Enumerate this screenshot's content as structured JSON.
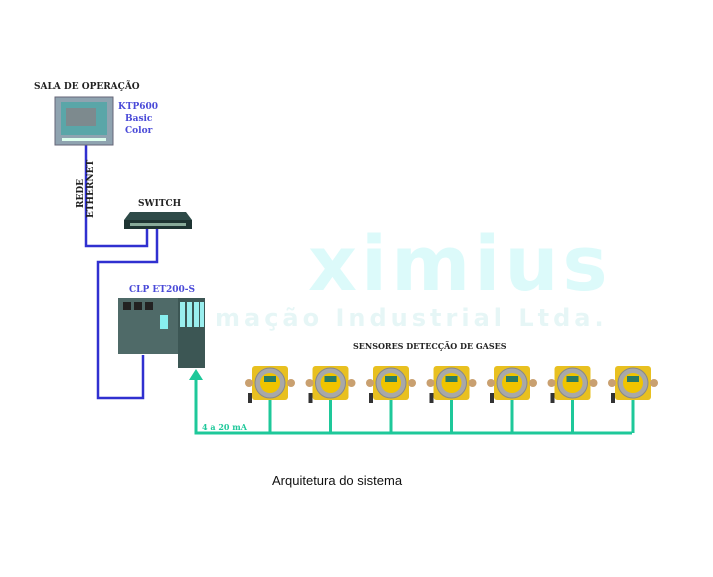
{
  "diagram": {
    "room_label": "SALA DE OPERAÇÃO",
    "hmi": {
      "line1": "KTP600",
      "line2": "Basic",
      "line3": "Color"
    },
    "network_label": {
      "line1": "REDE",
      "line2": "ETHERNET"
    },
    "switch_label": "SWITCH",
    "plc_label": "CLP ET200-S",
    "sensors_label": "SENSORES DETECÇÃO DE GASES",
    "signal_label": "4 a 20 mA",
    "sensor_count": 7,
    "caption": "Arquitetura do sistema",
    "watermark": {
      "main": "ximius",
      "sub": "mação Industrial Ltda."
    },
    "colors": {
      "ethernet": "#3030d0",
      "signal": "#1ec89a",
      "watermark": "#dcfafa"
    }
  }
}
